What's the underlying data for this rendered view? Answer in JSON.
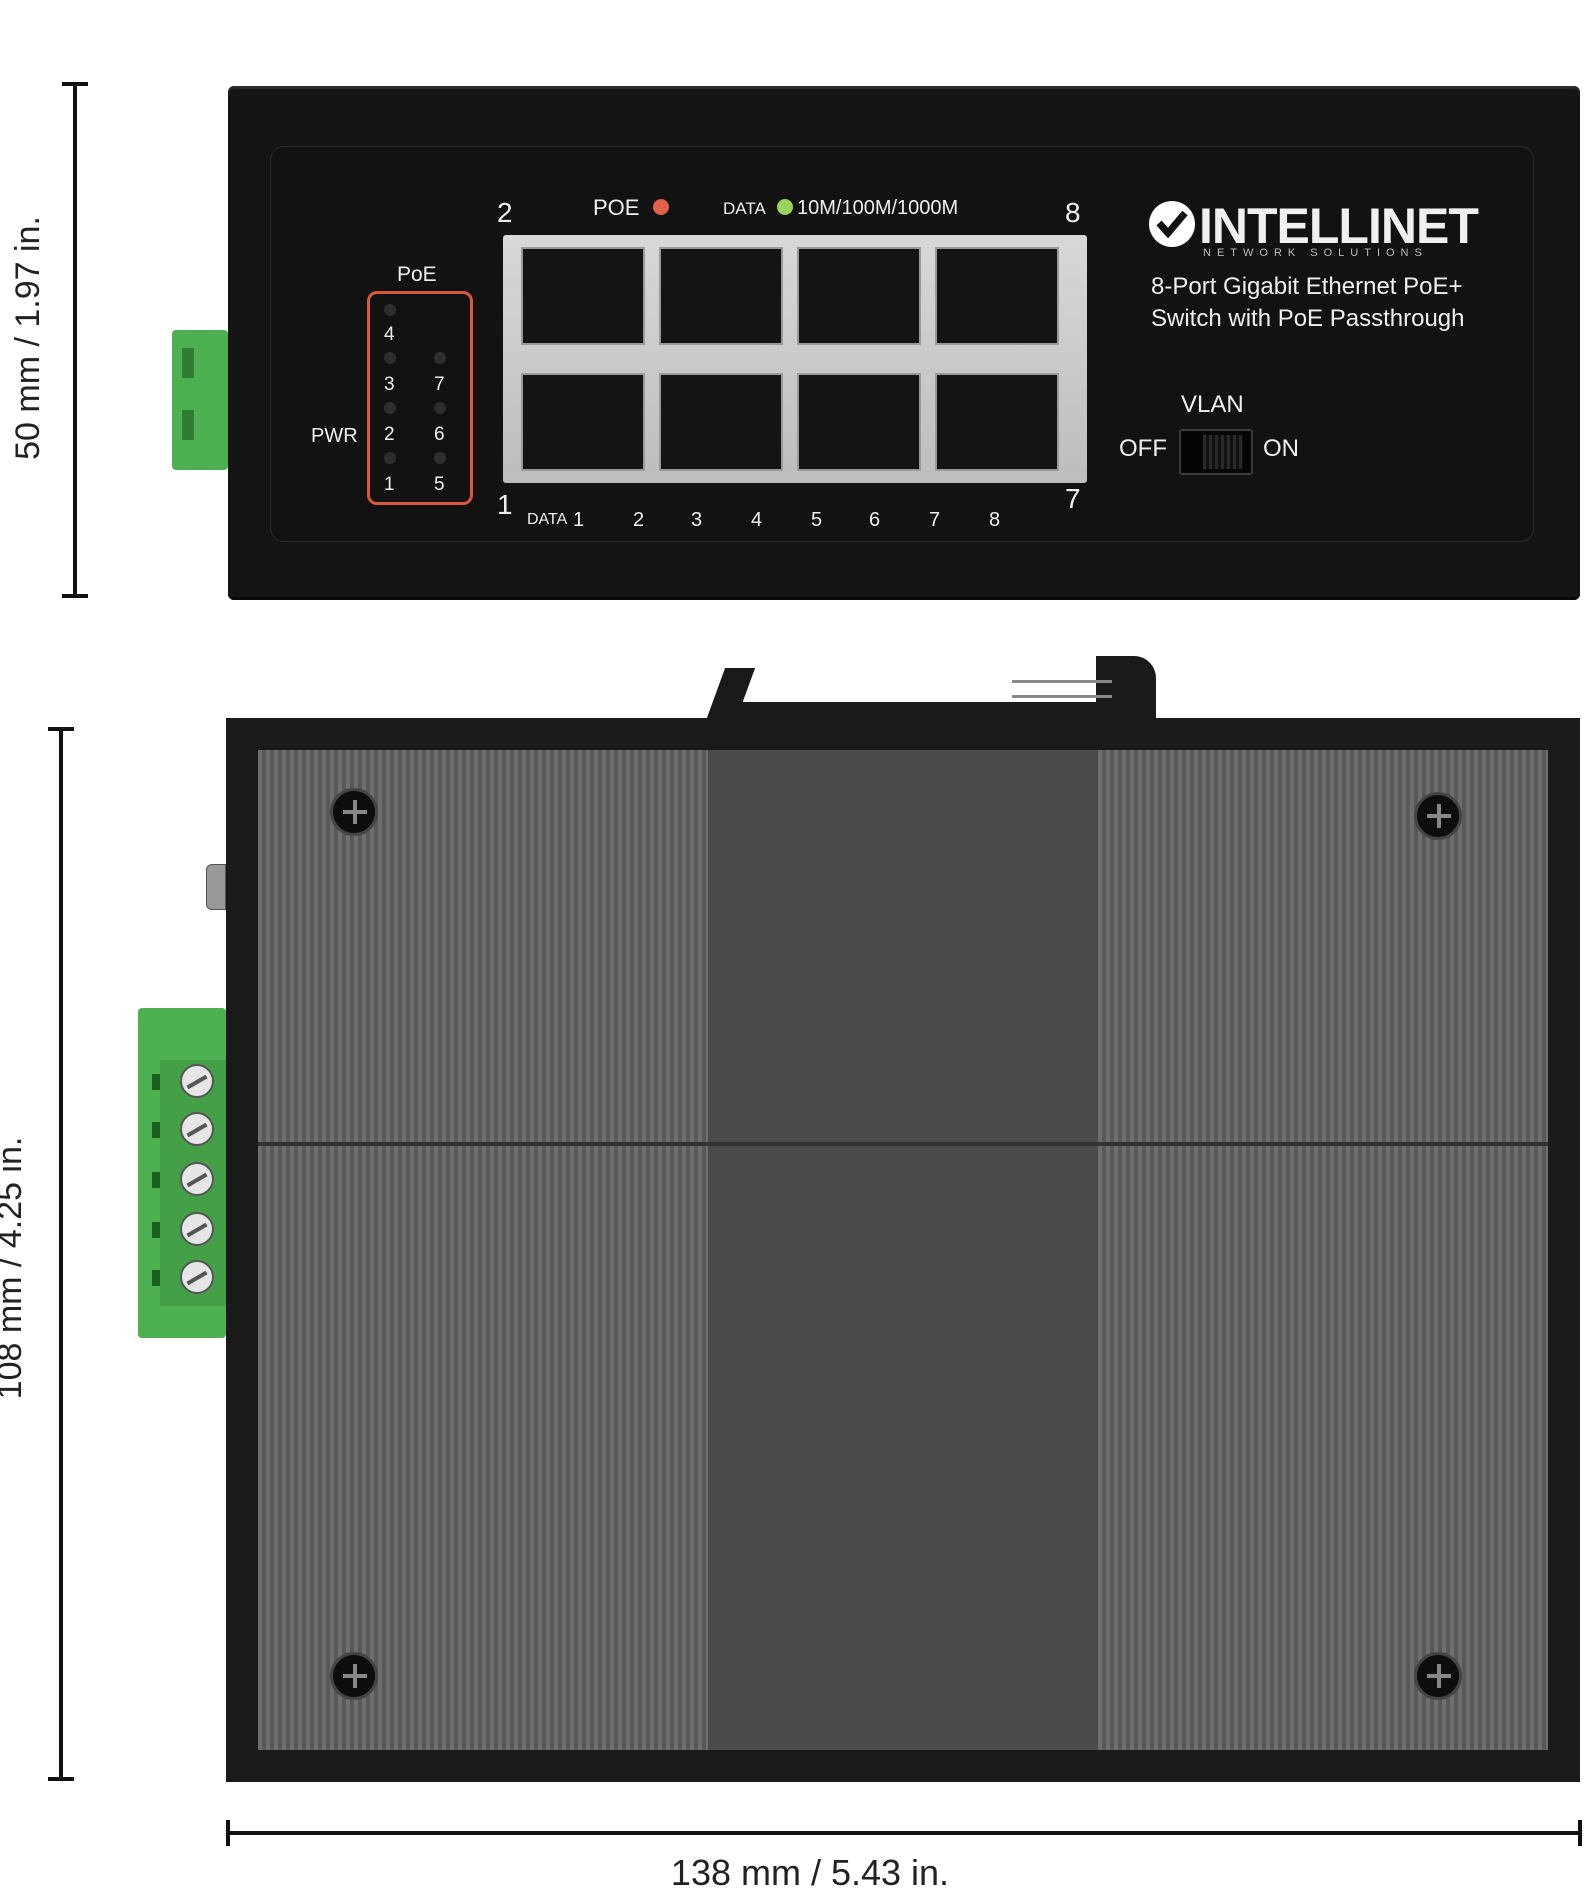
{
  "dimensions": {
    "front_height": "50 mm / 1.97 in.",
    "body_length": "108 mm / 4.25 in.",
    "body_width": "138 mm / 5.43 in."
  },
  "device": {
    "brand": "INTELLINET",
    "brand_tagline": "NETWORK SOLUTIONS",
    "product_line1": "8-Port Gigabit Ethernet PoE+",
    "product_line2": "Switch with PoE Passthrough",
    "labels": {
      "poe_indicator": "POE",
      "data_indicator": "DATA",
      "speed": "10M/100M/1000M",
      "poe_group": "PoE",
      "pwr": "PWR",
      "vlan": "VLAN",
      "off": "OFF",
      "on": "ON",
      "data_row": "DATA"
    },
    "corner_numbers": {
      "top_left": "2",
      "top_right": "8",
      "bottom_left": "1",
      "bottom_right": "7"
    },
    "led_numbers_left": [
      "4",
      "3",
      "2",
      "1"
    ],
    "led_numbers_right": [
      "7",
      "6",
      "5"
    ],
    "port_numbers": [
      "1",
      "2",
      "3",
      "4",
      "5",
      "6",
      "7",
      "8"
    ],
    "colors": {
      "poe_led": "#e0604a",
      "data_led": "#9ad35a",
      "terminal_block": "#4caf50",
      "led_box_border": "#d9583a"
    }
  }
}
